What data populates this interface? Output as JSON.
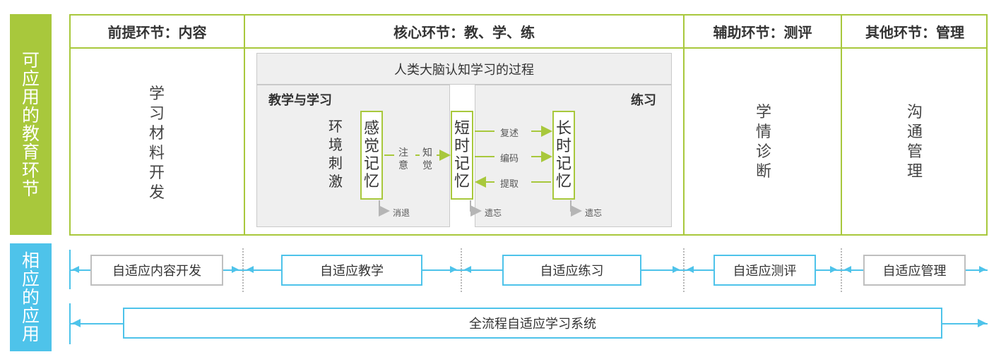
{
  "side_labels": {
    "top": [
      "可",
      "应",
      "用",
      "的",
      "教",
      "育",
      "环",
      "节"
    ],
    "bottom": [
      "相",
      "应",
      "的",
      "应",
      "用"
    ]
  },
  "headers": [
    "前提环节：内容",
    "核心环节：教、学、练",
    "辅助环节：测评",
    "其他环节：管理"
  ],
  "material_dev": [
    "学",
    "习",
    "材",
    "料",
    "开",
    "发"
  ],
  "learning_process": {
    "title": "人类大脑认知学习的过程",
    "teach_learn": "教学与学习",
    "practice": "练习",
    "env_stimulus": [
      "环",
      "境",
      "刺",
      "激"
    ],
    "sensory_memory": [
      "感",
      "觉",
      "记",
      "忆"
    ],
    "attention": [
      "注",
      "意"
    ],
    "perception": [
      "知",
      "觉"
    ],
    "short_memory": [
      "短",
      "时",
      "记",
      "忆"
    ],
    "rehearse": "复述",
    "encode": "编码",
    "retrieve": "提取",
    "long_memory": [
      "长",
      "时",
      "记",
      "忆"
    ],
    "fade": "消退",
    "forget1": "遗忘",
    "forget2": "遗忘"
  },
  "diagnosis": [
    "学",
    "情",
    "诊",
    "断"
  ],
  "comm_mgmt": [
    "沟",
    "通",
    "管",
    "理"
  ],
  "apps": [
    "自适应内容开发",
    "自适应教学",
    "自适应练习",
    "自适应测评",
    "自适应管理"
  ],
  "full_system": "全流程自适应学习系统",
  "colors": {
    "green": "#a8c83c",
    "blue": "#4ec3ea",
    "gray": "#bfbfbf"
  }
}
